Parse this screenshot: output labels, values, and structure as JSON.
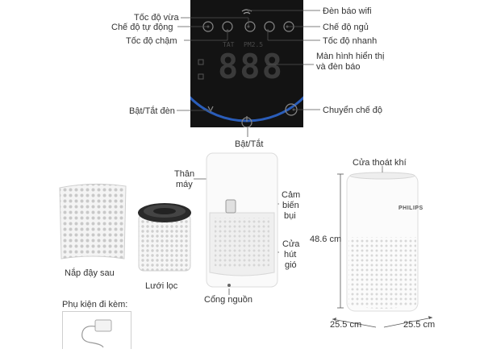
{
  "control_panel": {
    "labels": {
      "wifi_light": "Đèn báo wifi",
      "medium_speed": "Tốc độ vừa",
      "sleep_mode": "Chế độ ngủ",
      "auto_mode": "Chế độ tự động",
      "fast_speed": "Tốc độ nhanh",
      "slow_speed": "Tốc độ chậm",
      "display_screen": "Màn hình hiển thị",
      "indicator_lights": "và đèn báo",
      "light_toggle": "Bật/Tắt đèn",
      "mode_switch": "Chuyển chế độ",
      "power_toggle": "Bật/Tắt"
    },
    "display": {
      "digits": "888",
      "sensor_text": "PM2.5",
      "small_text": "TAT"
    }
  },
  "parts": {
    "body_label_1": "Thân",
    "body_label_2": "máy",
    "sensor_label_1": "Cảm",
    "sensor_label_2": "biến",
    "sensor_label_3": "bụi",
    "inlet_label_1": "Cửa",
    "inlet_label_2": "hút",
    "inlet_label_3": "gió",
    "power_port": "Cổng nguồn",
    "back_cover": "Nắp đậy sau",
    "filter": "Lưới lọc",
    "accessories": "Phụ kiện đi kèm:"
  },
  "dimensions": {
    "outlet": "Cửa thoát khí",
    "height": "48.6 cm",
    "width_left": "25.5 cm",
    "width_right": "25.5 cm",
    "brand": "PHILIPS"
  }
}
